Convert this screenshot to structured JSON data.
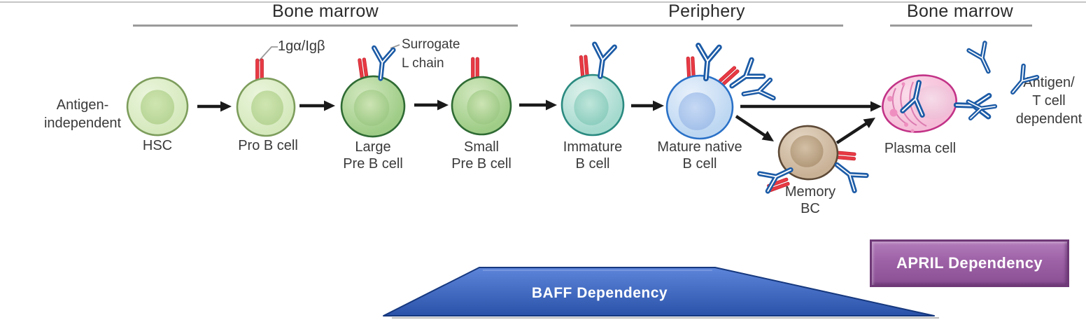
{
  "regions": [
    {
      "id": "bone-marrow-left",
      "label": "Bone marrow"
    },
    {
      "id": "periphery",
      "label": "Periphery"
    },
    {
      "id": "bone-marrow-right",
      "label": "Bone marrow"
    }
  ],
  "stage_labels": {
    "antigen_independent": "Antigen-\nindependent",
    "antigen_dependent": "Antigen/\nT cell\ndependent"
  },
  "annotations": {
    "iga_igb": "1gα/Igβ",
    "surrogate_l_chain": "Surrogate\nL chain"
  },
  "cells": [
    {
      "id": "hsc",
      "label": "HSC",
      "body": "#d5e9bd",
      "body_light": "#ebf5dc",
      "border": "#7d9d5c",
      "nucleus_inner": "#cfe5b1",
      "nucleus_outer": "#b3d291"
    },
    {
      "id": "pro-b-cell",
      "label": "Pro B cell",
      "body": "#d5e9bd",
      "body_light": "#ebf5dc",
      "border": "#7d9d5c",
      "nucleus_inner": "#cfe5b1",
      "nucleus_outer": "#b3d291"
    },
    {
      "id": "large-pre-b-cell",
      "label": "Large\nPre B cell",
      "body": "#9fcd87",
      "body_light": "#d3e8c0",
      "border": "#2f6b34",
      "nucleus_inner": "#cde4b4",
      "nucleus_outer": "#94c47c"
    },
    {
      "id": "small-pre-b-cell",
      "label": "Small\nPre B cell",
      "body": "#9fcd87",
      "body_light": "#d3e8c0",
      "border": "#2f6b34",
      "nucleus_inner": "#cde4b4",
      "nucleus_outer": "#94c47c"
    },
    {
      "id": "immature-b-cell",
      "label": "Immature\nB cell",
      "body": "#a5dacf",
      "body_light": "#e0f2ec",
      "border": "#2a8a80",
      "nucleus_inner": "#bfe6da",
      "nucleus_outer": "#83c9ba"
    },
    {
      "id": "mature-native-b-cell",
      "label": "Mature native\nB cell",
      "body": "#bdd7f2",
      "body_light": "#e9f1fb",
      "border": "#2a71c7",
      "nucleus_inner": "#c6d9f4",
      "nucleus_outer": "#9dbce8"
    },
    {
      "id": "memory-bc",
      "label": "Memory\nBC",
      "body": "#c9b196",
      "body_light": "#e4d7c5",
      "border": "#5d4936",
      "nucleus_inner": "#d4c0a6",
      "nucleus_outer": "#ab9171"
    },
    {
      "id": "plasma-cell",
      "label": "Plasma cell",
      "body": "#f5bcd7",
      "body_light": "#fbdcea",
      "border": "#c23387",
      "nucleus_inner": "#f6dce9",
      "nucleus_outer": "#eeb7d3"
    }
  ],
  "banners": {
    "baff": {
      "label": "BAFF Dependency",
      "fill_top": "#5d85da",
      "fill_bottom": "#2a52a8",
      "border": "#16387e",
      "text_color": "#ffffff"
    },
    "april": {
      "label": "APRIL Dependency",
      "fill": "#9d61a6",
      "border": "#6f3977",
      "text_color": "#ffffff"
    }
  },
  "palette": {
    "receptor_red": "#e83a44",
    "receptor_red_edge": "#c21f2b",
    "antibody_blue": "#1c5ba6",
    "arrow_black": "#1a1a1a",
    "underline_gray": "#9b9b9b",
    "connector_gray": "#9a9a9a",
    "text_gray": "#3a3a3a"
  }
}
